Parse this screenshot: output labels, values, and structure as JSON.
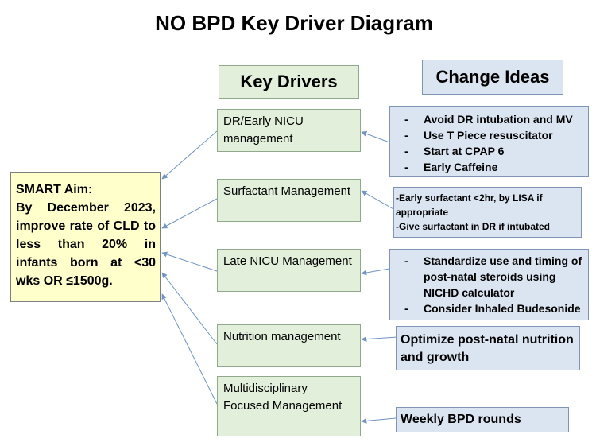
{
  "title": "NO BPD Key Driver Diagram",
  "headers": {
    "key_drivers": "Key Drivers",
    "change_ideas": "Change Ideas"
  },
  "aim": {
    "title": "SMART Aim:",
    "text": "By December 2023, improve rate of CLD to less than 20% in infants born at <30 wks OR ≤1500g."
  },
  "drivers": [
    "DR/Early NICU management",
    "Surfactant Management",
    "Late NICU Management",
    "Nutrition management",
    "Multidisciplinary Focused Management"
  ],
  "ideas": {
    "dr_early": [
      "Avoid DR intubation and MV",
      "Use T Piece resuscitator",
      "Start at CPAP 6",
      "Early Caffeine"
    ],
    "surfactant": [
      "-Early surfactant <2hr, by LISA if appropriate",
      "-Give  surfactant in DR if  intubated"
    ],
    "late_nicu": [
      "Standardize use and timing of post-natal steroids using NICHD calculator",
      "Consider Inhaled Budesonide"
    ],
    "nutrition": "Optimize post-natal nutrition and growth",
    "multidisciplinary": "Weekly BPD rounds"
  },
  "colors": {
    "aim_fill": "#ffffcc",
    "driver_fill": "#e2efda",
    "idea_fill": "#dbe5f1",
    "arrow": "#6f93c2"
  }
}
